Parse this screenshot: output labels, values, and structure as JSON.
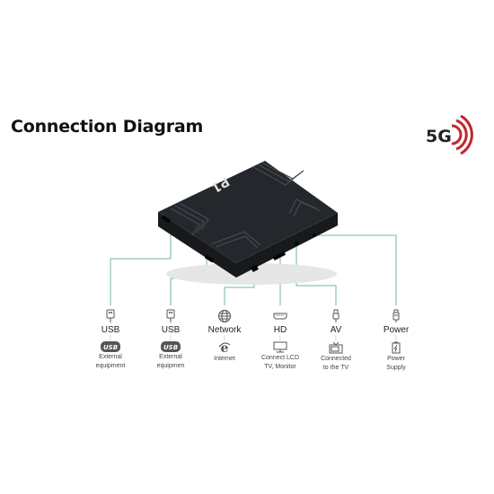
{
  "title": "Connection Diagram",
  "badge": {
    "text": "5G",
    "icon": "wifi-signal-icon",
    "color": "#c0262c"
  },
  "device": {
    "label": "P1"
  },
  "ports": [
    {
      "label": "USB",
      "icon": "usb-plug-icon",
      "target_icon": "usb-logo-icon",
      "description_1": "External",
      "description_2": "equipment"
    },
    {
      "label": "USB",
      "icon": "usb-plug-icon",
      "target_icon": "usb-logo-icon",
      "description_1": "External",
      "description_2": "equipmen"
    },
    {
      "label": "Network",
      "icon": "globe-icon",
      "target_icon": "internet-explorer-icon",
      "description_1": "Internet",
      "description_2": ""
    },
    {
      "label": "HD",
      "icon": "hdmi-port-icon",
      "target_icon": "monitor-icon",
      "description_1": "Connect LCD",
      "description_2": "TV, Monitor"
    },
    {
      "label": "AV",
      "icon": "av-plug-icon",
      "target_icon": "tv-icon",
      "description_1": "Connected",
      "description_2": "to the TV"
    },
    {
      "label": "Power",
      "icon": "power-plug-icon",
      "target_icon": "battery-icon",
      "description_1": "Power",
      "description_2": "Supply"
    }
  ],
  "colors": {
    "line": "#6fb3b0",
    "device": "#1d1f22",
    "accent": "#c0262c"
  }
}
